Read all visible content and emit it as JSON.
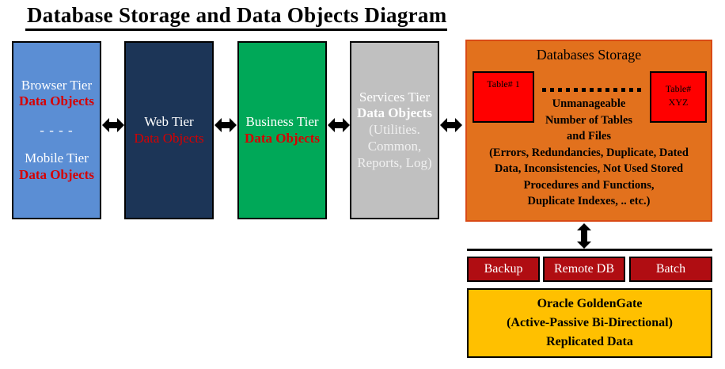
{
  "title": "Database Storage and Data Objects Diagram",
  "tiers": [
    {
      "name": "browser-mobile",
      "color": "#5b8ed4",
      "lines": [
        "Browser Tier",
        "Data Objects"
      ],
      "divider": "- - - -",
      "lines2": [
        "Mobile Tier",
        "Data Objects"
      ]
    },
    {
      "name": "web",
      "color": "#1c3557",
      "label": "Web Tier",
      "data_objects": "Data Objects"
    },
    {
      "name": "business",
      "color": "#00a858",
      "label": "Business Tier",
      "data_objects": "Data Objects"
    },
    {
      "name": "services",
      "color": "#c0c0c0",
      "label": "Services Tier",
      "data_objects": "Data Objects",
      "sub_lines": [
        "(Utilities.",
        "Common,",
        "Reports, Log)"
      ]
    }
  ],
  "storage": {
    "title": "Databases Storage",
    "table_left": "Table# 1",
    "table_right_line1": "Table#",
    "table_right_line2": "XYZ",
    "body_lines": [
      "Unmanageable",
      "Number of Tables",
      "and Files",
      "(Errors, Redundancies, Duplicate, Dated",
      "Data, Inconsistencies, Not Used Stored",
      "Procedures and Functions,",
      "Duplicate Indexes, .. etc.)"
    ],
    "panel_color": "#e2711d",
    "table_color": "#ff0000"
  },
  "replication": {
    "backup": "Backup",
    "remote_db": "Remote DB",
    "batch": "Batch",
    "box_color": "#b00d12",
    "goldengate_color": "#ffc000",
    "goldengate_lines": [
      "Oracle GoldenGate",
      "(Active-Passive Bi-Directional)",
      "Replicated Data"
    ]
  },
  "arrows": {
    "horizontal_icon": "double-headed-horizontal-arrow-icon",
    "vertical_icon": "double-headed-vertical-arrow-icon"
  }
}
